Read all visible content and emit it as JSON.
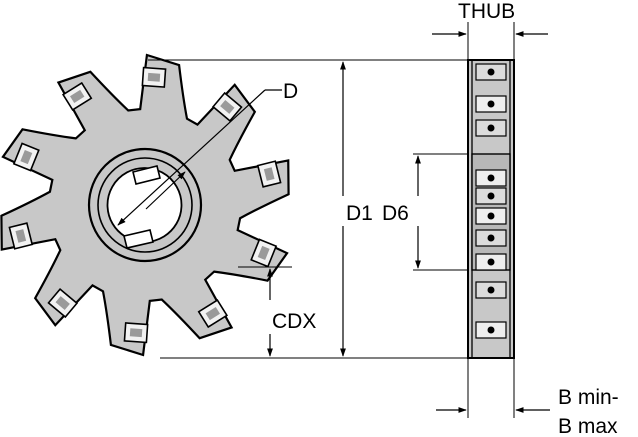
{
  "labels": {
    "thub": "THUB",
    "d": "D",
    "d1": "D1",
    "d6": "D6",
    "cdx": "CDX",
    "b_min": "B min-",
    "b_max": "B max"
  },
  "colors": {
    "body_fill": "#c8c8c8",
    "insert_fill": "#f2f2f2",
    "hub_dark": "#9a9a9a",
    "line": "#000000"
  },
  "icons": {
    "arrowheads": "filled-triangle"
  },
  "cutter": {
    "teeth": 10,
    "view": "front and side"
  }
}
